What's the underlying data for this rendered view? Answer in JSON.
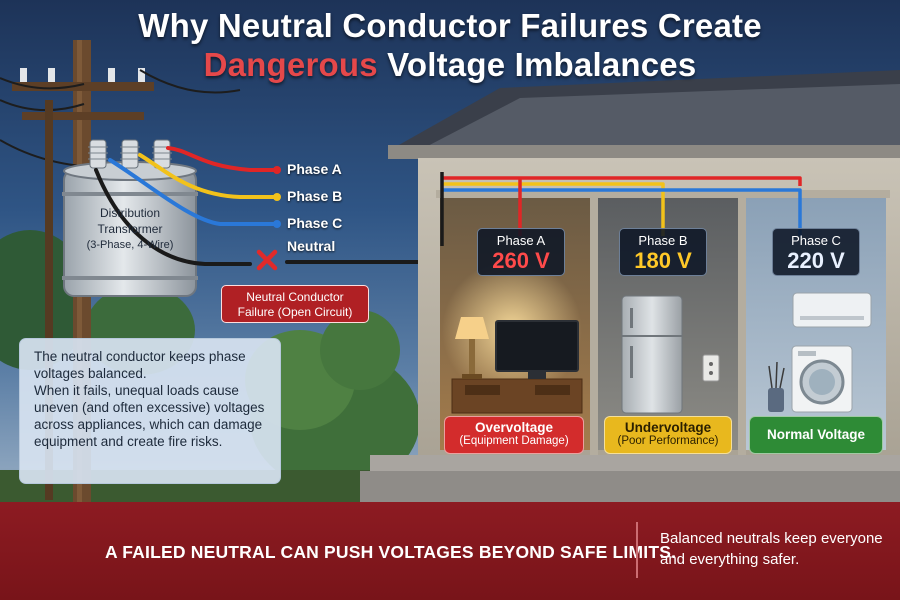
{
  "title": {
    "line1": "Why Neutral Conductor Failures Create",
    "line2_highlight": "Dangerous",
    "line2_rest": " Voltage Imbalances"
  },
  "transformer": {
    "label": "Distribution Transformer",
    "sublabel": "(3-Phase, 4-Wire)"
  },
  "wires": [
    {
      "label": "Phase A",
      "color": "#e02626"
    },
    {
      "label": "Phase B",
      "color": "#f2c21b"
    },
    {
      "label": "Phase C",
      "color": "#2a78d8"
    },
    {
      "label": "Neutral",
      "color": "#1a1a1a"
    }
  ],
  "failure": {
    "line1": "Neutral Conductor",
    "line2": "Failure (Open Circuit)"
  },
  "info": {
    "p1": "The neutral conductor keeps phase voltages balanced.",
    "p2": "When it fails, unequal loads cause uneven (and often excessive) voltages across appliances, which can damage equipment and create fire risks."
  },
  "rooms": [
    {
      "phase": "Phase A",
      "voltage": "260 V",
      "voltage_color": "#ff4a4a",
      "status": "Overvoltage",
      "detail": "(Equipment Damage)",
      "status_color": "#d32c2c",
      "status_text_color": "#ffffff"
    },
    {
      "phase": "Phase B",
      "voltage": "180 V",
      "voltage_color": "#ffc928",
      "status": "Undervoltage",
      "detail": "(Poor Performance)",
      "status_color": "#e8b81e",
      "status_text_color": "#2a1f00"
    },
    {
      "phase": "Phase C",
      "voltage": "220 V",
      "voltage_color": "#e9f1ff",
      "status": "Normal Voltage",
      "detail": "",
      "status_color": "#2e8b36",
      "status_text_color": "#ffffff"
    }
  ],
  "banner": {
    "main": "A FAILED NEUTRAL CAN PUSH VOLTAGES BEYOND SAFE LIMITS.",
    "sub": "Balanced neutrals keep everyone and everything safer."
  }
}
